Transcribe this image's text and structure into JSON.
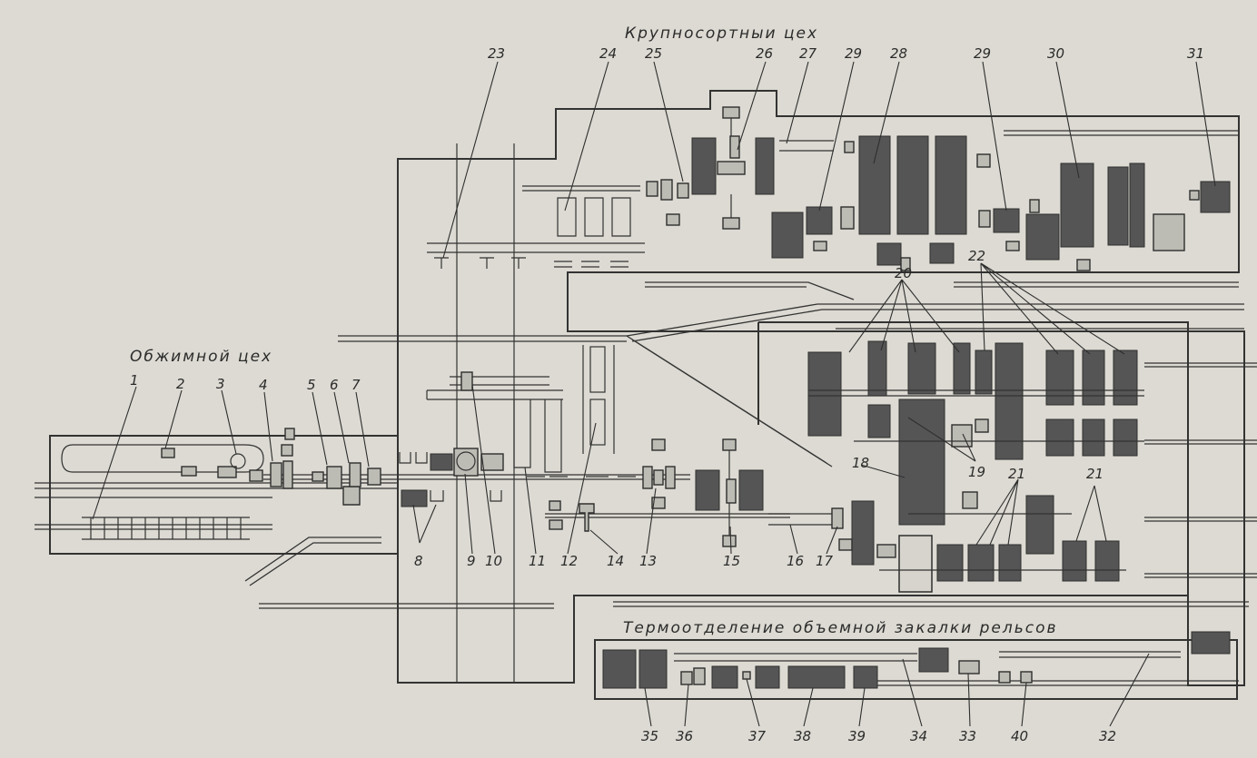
{
  "titles": {
    "large_section_mill": "Крупносортныи цех",
    "blooming_mill": "Обжимной цех",
    "heat_treatment": "Термоотделение объемной закалки рельсов"
  },
  "callouts": [
    {
      "id": "c1",
      "label": "1"
    },
    {
      "id": "c2",
      "label": "2"
    },
    {
      "id": "c3",
      "label": "3"
    },
    {
      "id": "c4",
      "label": "4"
    },
    {
      "id": "c5",
      "label": "5"
    },
    {
      "id": "c6",
      "label": "6"
    },
    {
      "id": "c7",
      "label": "7"
    },
    {
      "id": "c8",
      "label": "8"
    },
    {
      "id": "c9",
      "label": "9"
    },
    {
      "id": "c10",
      "label": "10"
    },
    {
      "id": "c11",
      "label": "11"
    },
    {
      "id": "c12",
      "label": "12"
    },
    {
      "id": "c13",
      "label": "13"
    },
    {
      "id": "c14",
      "label": "14"
    },
    {
      "id": "c15",
      "label": "15"
    },
    {
      "id": "c16",
      "label": "16"
    },
    {
      "id": "c17",
      "label": "17"
    },
    {
      "id": "c18",
      "label": "18"
    },
    {
      "id": "c19",
      "label": "19"
    },
    {
      "id": "c20",
      "label": "20"
    },
    {
      "id": "c21a",
      "label": "21"
    },
    {
      "id": "c21b",
      "label": "21"
    },
    {
      "id": "c22",
      "label": "22"
    },
    {
      "id": "c23",
      "label": "23"
    },
    {
      "id": "c24",
      "label": "24"
    },
    {
      "id": "c25",
      "label": "25"
    },
    {
      "id": "c26",
      "label": "26"
    },
    {
      "id": "c27",
      "label": "27"
    },
    {
      "id": "c29a",
      "label": "29"
    },
    {
      "id": "c28",
      "label": "28"
    },
    {
      "id": "c29b",
      "label": "29"
    },
    {
      "id": "c30",
      "label": "30"
    },
    {
      "id": "c31",
      "label": "31"
    },
    {
      "id": "c35",
      "label": "35"
    },
    {
      "id": "c36",
      "label": "36"
    },
    {
      "id": "c37",
      "label": "37"
    },
    {
      "id": "c38",
      "label": "38"
    },
    {
      "id": "c39",
      "label": "39"
    },
    {
      "id": "c34",
      "label": "34"
    },
    {
      "id": "c33",
      "label": "33"
    },
    {
      "id": "c40",
      "label": "40"
    },
    {
      "id": "c32",
      "label": "32"
    }
  ]
}
